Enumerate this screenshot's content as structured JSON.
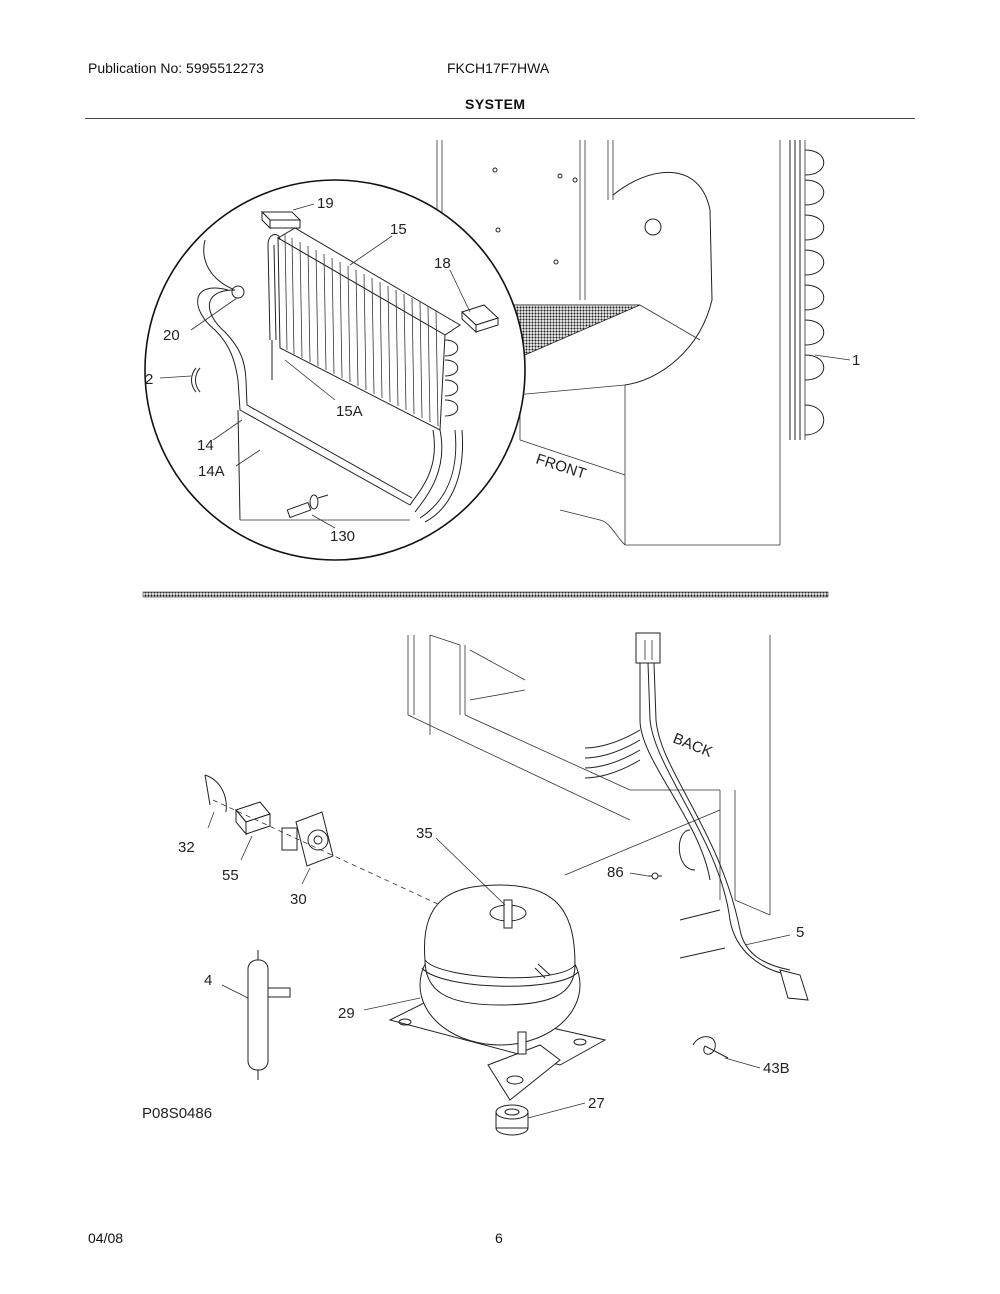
{
  "header": {
    "publication": "Publication No: 5995512273",
    "model": "FKCH17F7HWA",
    "section_title": "SYSTEM"
  },
  "diagram": {
    "drawing_id": "P08S0486",
    "orientation_labels": {
      "front": "FRONT",
      "back": "BACK"
    },
    "callouts": {
      "c19": "19",
      "c15": "15",
      "c18": "18",
      "c20": "20",
      "c2": "2",
      "c15A": "15A",
      "c14": "14",
      "c14A": "14A",
      "c130": "130",
      "c1": "1",
      "c32": "32",
      "c55": "55",
      "c30": "30",
      "c35": "35",
      "c86": "86",
      "c5": "5",
      "c4": "4",
      "c29": "29",
      "c43B": "43B",
      "c27": "27"
    }
  },
  "footer": {
    "date": "04/08",
    "page": "6"
  }
}
